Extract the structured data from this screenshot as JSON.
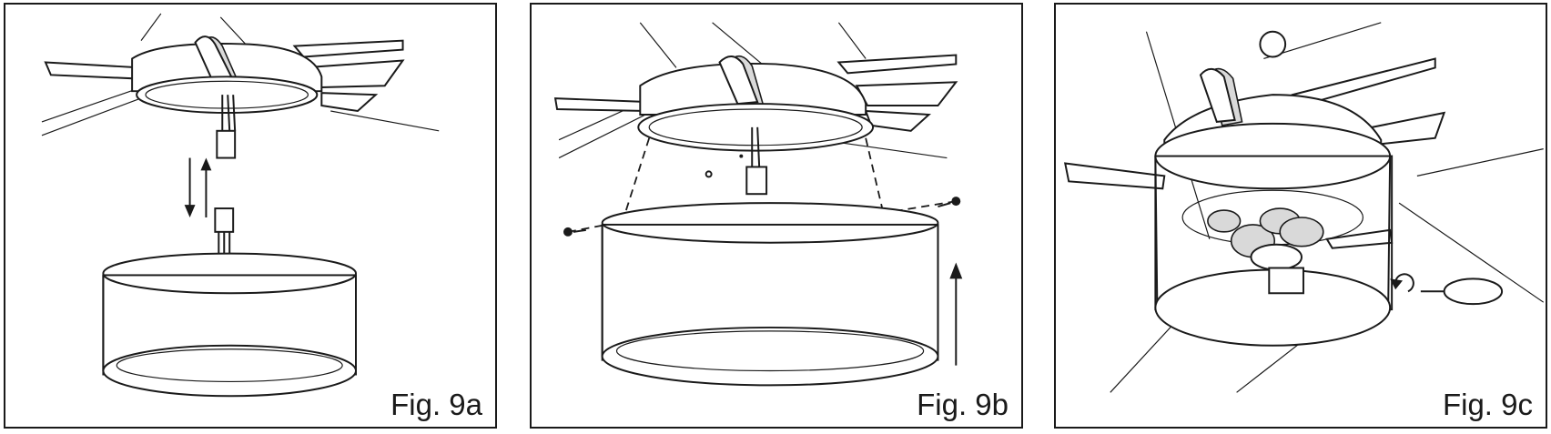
{
  "figures": [
    {
      "id": "9a",
      "label": "Fig. 9a"
    },
    {
      "id": "9b",
      "label": "Fig. 9b"
    },
    {
      "id": "9c",
      "label": "Fig. 9c"
    }
  ]
}
